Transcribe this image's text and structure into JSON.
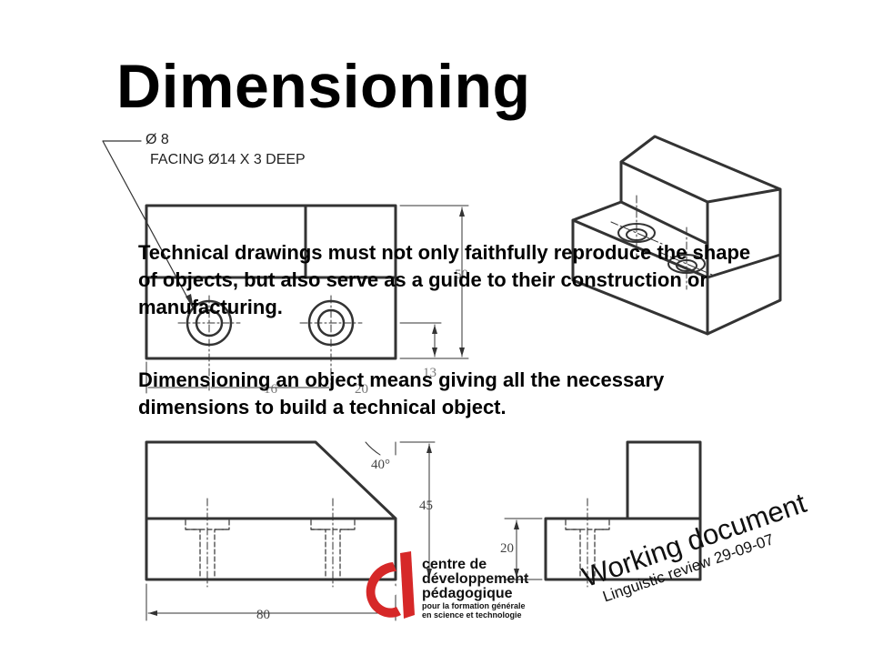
{
  "slide": {
    "title": "Dimensioning",
    "callout": {
      "line1": "Ø 8",
      "line2": "FACING Ø14 X 3 DEEP"
    },
    "paragraph1": "Technical drawings must not only faithfully reproduce the shape of objects, but also serve as a guide to their construction or manufacturing.",
    "paragraph2": "Dimensioning an object means giving all the necessary dimensions to build a technical object."
  },
  "dimensions": {
    "top_view_height": "50",
    "top_view_offset": "13",
    "top_view_hole1": "16",
    "top_view_hole2": "20",
    "angle": "40°",
    "front_height": "45",
    "front_width": "80",
    "side_height": "20"
  },
  "logo": {
    "line1": "centre de",
    "line2": "développement",
    "line3": "pédagogique",
    "line4": "pour la formation générale",
    "line5": "en science et technologie",
    "color": "#d62828"
  },
  "stamp": {
    "title": "Working document",
    "subtitle": "Linguistic review 29-09-07"
  }
}
